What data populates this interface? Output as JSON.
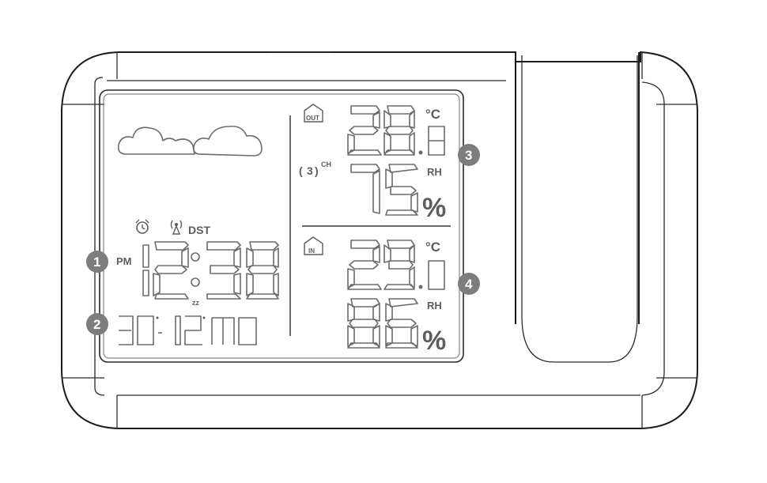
{
  "device": {
    "time": "12:38",
    "ampm": "PM",
    "dst": "DST",
    "date_day": "30",
    "date_month": "12",
    "date_mo": "MO",
    "sleep_icon": "zz",
    "outdoor_label": "OUT",
    "indoor_label": "IN",
    "channel": "3",
    "channel_label": "CH",
    "outdoor_temp": "28.8",
    "outdoor_temp_unit": "°C",
    "outdoor_humidity": "75",
    "indoor_temp": "29.0",
    "indoor_temp_unit": "°C",
    "indoor_humidity": "86",
    "rh_label": "RH",
    "percent": "%",
    "weather_icon": "cloudy-icon",
    "alarm_icon": "alarm-clock-icon",
    "radio_icon": "radio-signal-icon"
  },
  "callouts": [
    "1",
    "2",
    "3",
    "4"
  ]
}
